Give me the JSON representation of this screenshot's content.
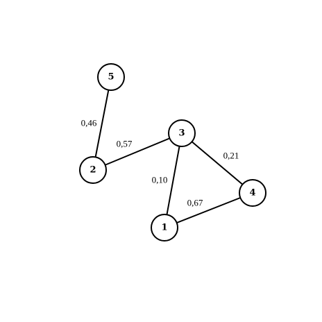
{
  "graph": {
    "nodes": [
      {
        "id": "1",
        "label": "1"
      },
      {
        "id": "2",
        "label": "2"
      },
      {
        "id": "3",
        "label": "3"
      },
      {
        "id": "4",
        "label": "4"
      },
      {
        "id": "5",
        "label": "5"
      }
    ],
    "edges": [
      {
        "from": "5",
        "to": "2",
        "weight": "0,46"
      },
      {
        "from": "2",
        "to": "3",
        "weight": "0,57"
      },
      {
        "from": "3",
        "to": "1",
        "weight": "0,10"
      },
      {
        "from": "3",
        "to": "4",
        "weight": "0,21"
      },
      {
        "from": "1",
        "to": "4",
        "weight": "0,67"
      }
    ],
    "colors": {
      "stroke": "#000000",
      "node_fill": "#ffffff",
      "background": "#ffffff"
    }
  }
}
